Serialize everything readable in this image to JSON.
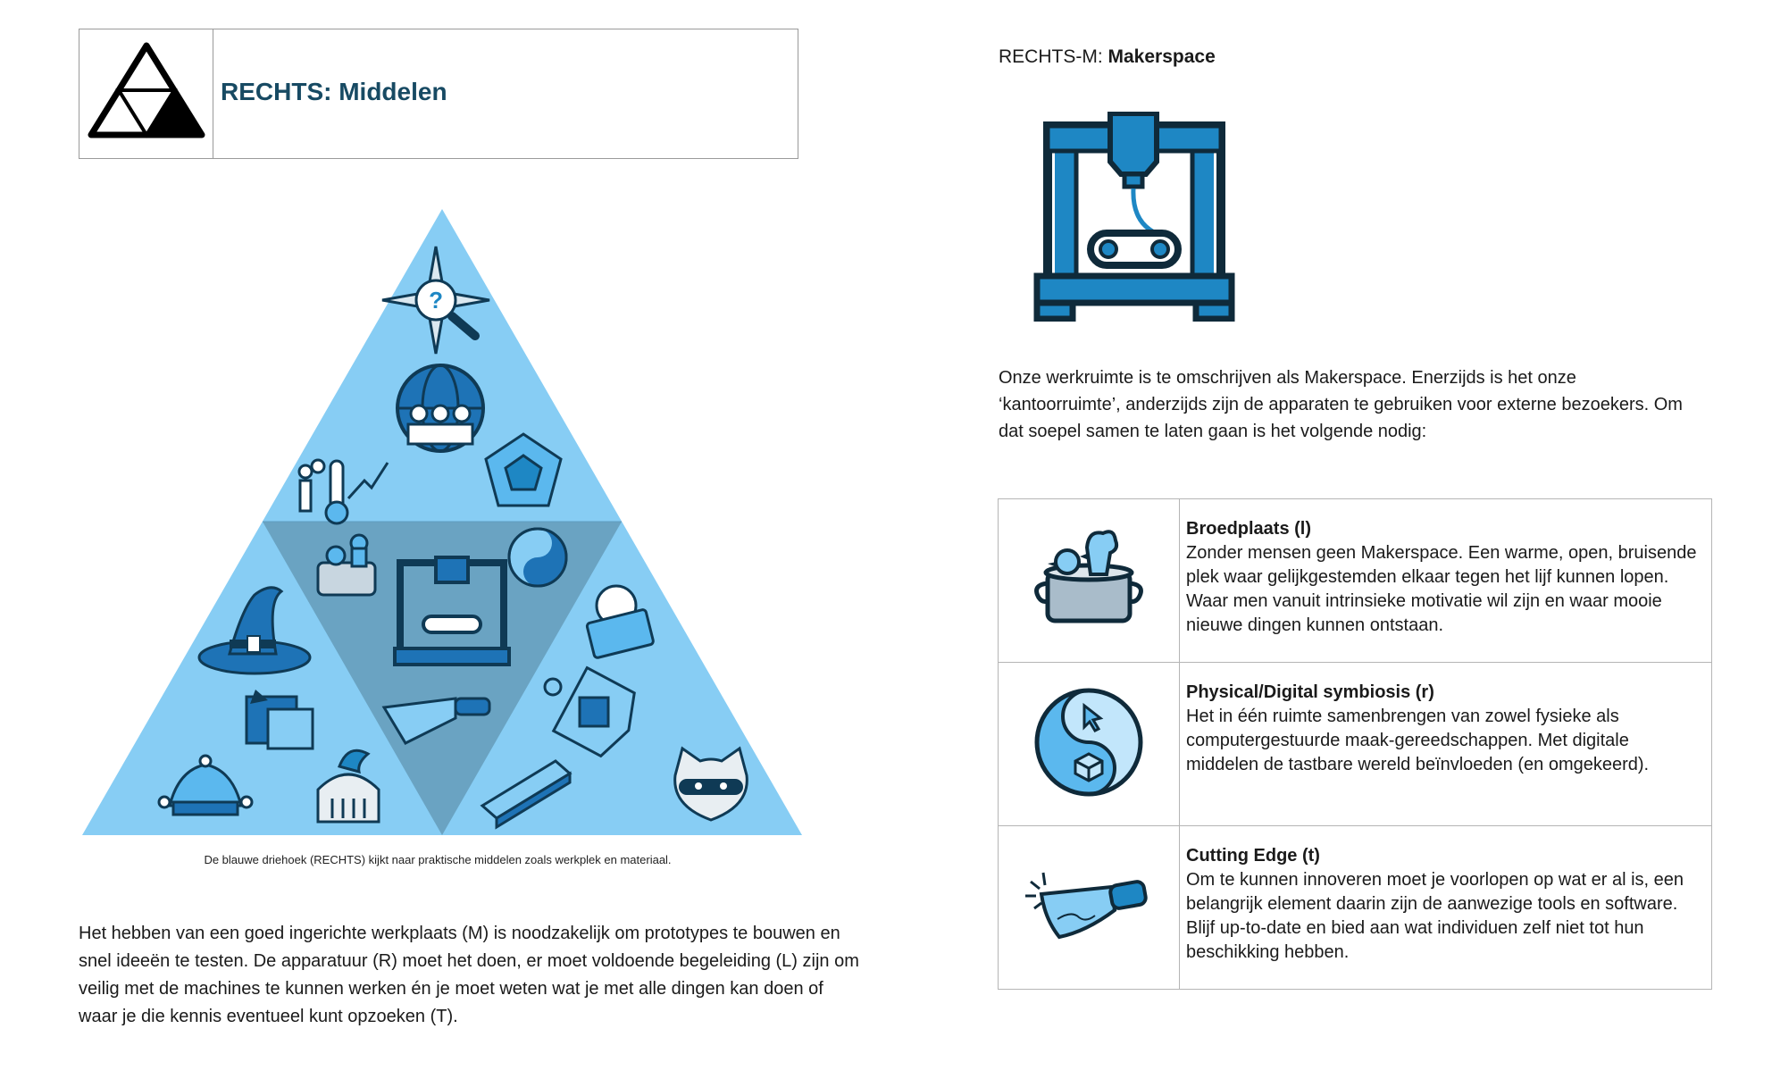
{
  "header": {
    "title": "RECHTS: Middelen",
    "logo_icon": "triangle-logo-icon"
  },
  "pyramid": {
    "icons": [
      "compass-question-icon",
      "globe-people-icon",
      "thermometer-growth-icon",
      "dodecahedron-icon",
      "witch-hat-icon",
      "cooking-pot-birds-icon",
      "printer-3d-icon",
      "yin-yang-icon",
      "clock-ticket-icon",
      "comic-creature-icon",
      "knife-icon",
      "gift-tag-icon",
      "jester-hat-icon",
      "knight-helmet-icon",
      "wood-plank-icon",
      "raccoon-icon"
    ],
    "colors": {
      "outer": "#87cdf4",
      "inner": "#6aa3c2"
    }
  },
  "caption": "De blauwe driehoek (RECHTS) kijkt naar praktische middelen zoals werkplek en materiaal.",
  "intro": "Het hebben van een goed ingerichte werkplaats (M) is noodzakelijk om prototypes te bouwen en snel ideeën te testen. De apparatuur (R) moet het doen, er moet voldoende begeleiding (L) zijn om veilig met de machines te kunnen werken én je moet weten wat je met alle dingen kan doen of waar je die kennis eventueel kunt opzoeken (T).",
  "section": {
    "prefix": "RECHTS-M: ",
    "name": "Makerspace"
  },
  "description": "Onze werkruimte is te omschrijven als Makerspace. Enerzijds is het onze ‘kantoorruimte’, anderzijds zijn de apparaten te gebruiken voor externe bezoekers. Om dat soepel samen te laten gaan is het volgende nodig:",
  "features": [
    {
      "title": "Broedplaats (l)",
      "text": "Zonder mensen geen Makerspace. Een warme, open, bruisende plek waar gelijkgestemden elkaar tegen het lijf kunnen lopen. Waar men vanuit intrinsieke motivatie wil zijn en waar mooie nieuwe dingen kunnen ontstaan.",
      "icon": "cooking-pot-birds-icon"
    },
    {
      "title": "Physical/Digital symbiosis (r)",
      "text": "Het in één ruimte samenbrengen van zowel fysieke als computergestuurde maak-gereedschappen. Met digitale middelen de tastbare wereld beïnvloeden (en omgekeerd).",
      "icon": "yin-yang-icon"
    },
    {
      "title": "Cutting Edge (t)",
      "text": "Om te kunnen innoveren moet je voorlopen op wat er al is, een belangrijk element daarin zijn de aanwezige tools en software. Blijf up-to-date en bied aan wat individuen zelf niet tot hun beschikking hebben.",
      "icon": "knife-icon"
    }
  ]
}
